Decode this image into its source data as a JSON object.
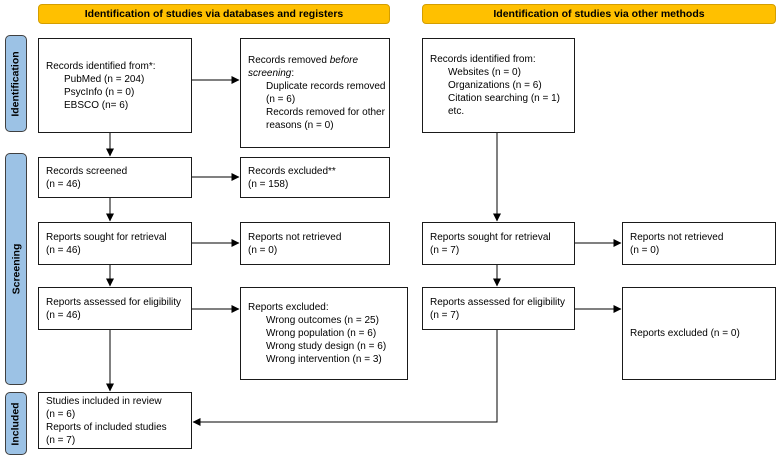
{
  "headers": {
    "left": "Identification of studies via databases and registers",
    "right": "Identification of studies via other methods"
  },
  "stages": {
    "identification": "Identification",
    "screening": "Screening",
    "included": "Included"
  },
  "colors": {
    "header_bg": "#FFC000",
    "stage_bg": "#9CC2E5",
    "box_bg": "#FFFFFF",
    "line": "#000000"
  },
  "boxes": {
    "db_identified": {
      "title": "Records identified from*:",
      "items": [
        "PubMed (n = 204)",
        "PsycInfo (n = 0)",
        "EBSCO (n= 6)"
      ]
    },
    "records_removed": {
      "prefix": "Records removed ",
      "italic": "before screening",
      "suffix": ":",
      "items": [
        "Duplicate records removed (n = 6)",
        "Records removed for other reasons (n = 0)"
      ]
    },
    "records_screened": {
      "line1": "Records screened",
      "line2": "(n = 46)"
    },
    "records_excluded": {
      "line1": "Records excluded**",
      "line2": "(n = 158)"
    },
    "reports_sought_db": {
      "line1": "Reports sought for retrieval",
      "line2": "(n = 46)"
    },
    "reports_not_retrieved_db": {
      "line1": "Reports not retrieved",
      "line2": "(n = 0)"
    },
    "reports_assessed_db": {
      "line1": "Reports assessed for eligibility",
      "line2": "(n = 46)"
    },
    "reports_excluded_db": {
      "title": "Reports excluded:",
      "items": [
        "Wrong outcomes (n = 25)",
        "Wrong population (n = 6)",
        "Wrong study design (n = 6)",
        "Wrong intervention (n = 3)"
      ]
    },
    "included_studies": {
      "lines": [
        "Studies included in review",
        "(n = 6)",
        "Reports of included studies",
        "(n = 7)"
      ]
    },
    "other_identified": {
      "title": "Records identified from:",
      "items": [
        "Websites (n = 0)",
        "Organizations (n = 6)",
        "Citation searching (n = 1)",
        "etc."
      ]
    },
    "reports_sought_other": {
      "line1": "Reports sought for retrieval",
      "line2": "(n = 7)"
    },
    "reports_not_retrieved_other": {
      "line1": "Reports not retrieved",
      "line2": "(n = 0)"
    },
    "reports_assessed_other": {
      "line1": "Reports assessed for eligibility",
      "line2": "(n = 7)"
    },
    "reports_excluded_other": {
      "line1": "Reports excluded (n = 0)"
    }
  }
}
